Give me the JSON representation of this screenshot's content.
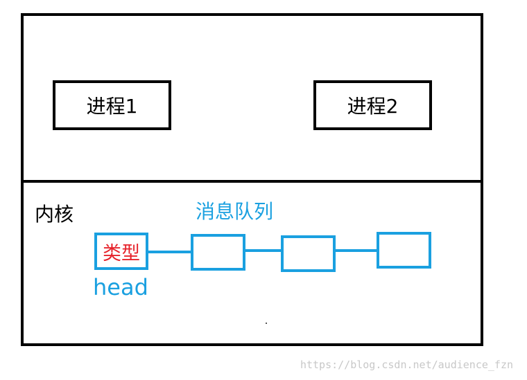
{
  "user_space": {
    "processes": [
      {
        "label": "进程1"
      },
      {
        "label": "进程2"
      }
    ]
  },
  "kernel": {
    "label": "内核",
    "message_queue": {
      "label": "消息队列",
      "head_node_label": "类型",
      "head_label": "head"
    }
  },
  "watermark": "https://blog.csdn.net/audience_fzn",
  "colors": {
    "border": "#000000",
    "queue": "#1aa0e0",
    "type_text": "#e6232b",
    "watermark": "#c8c8c8"
  }
}
